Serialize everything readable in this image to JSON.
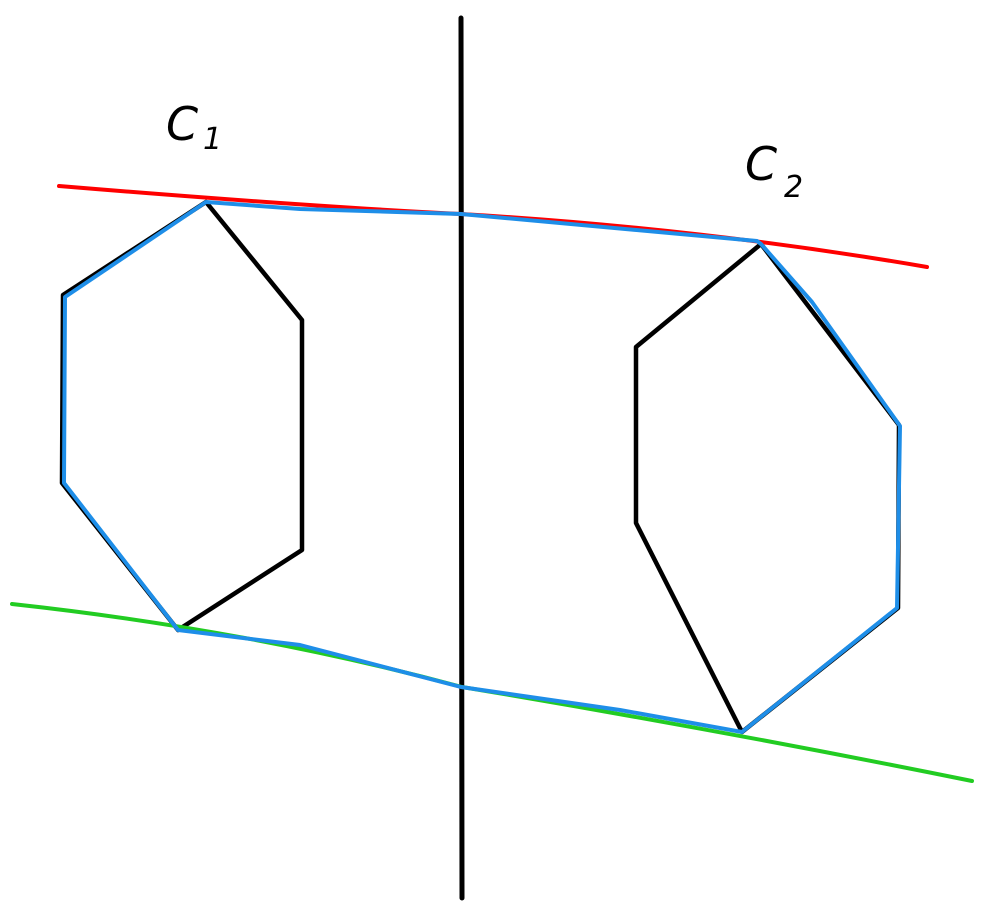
{
  "labels": {
    "hull_1": {
      "main": "C",
      "sub": "1"
    },
    "hull_2": {
      "main": "C",
      "sub": "2"
    }
  },
  "colors": {
    "background": "#ffffff",
    "polygon_edges": "#000000",
    "dividing_line": "#000000",
    "upper_tangent": "#ff0000",
    "lower_tangent": "#22cc22",
    "merged_hull": "#1e8ee8"
  }
}
